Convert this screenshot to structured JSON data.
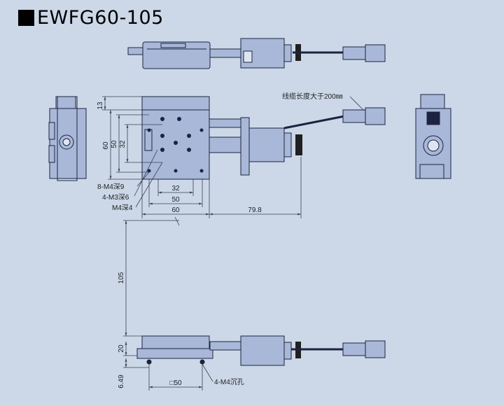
{
  "title": "EWFG60-105",
  "colors": {
    "background": "#ccd8e8",
    "part_fill": "#a9b8d8",
    "part_stroke": "#1c2340",
    "dimension_line": "#3a4050",
    "knob": "#202020"
  },
  "dimensions": {
    "d13": "13",
    "d60_v": "60",
    "d50_v": "50",
    "d32_v": "32",
    "d32_h": "32",
    "d50_h": "50",
    "d60_h": "60",
    "d79_8": "79.8",
    "d105": "105",
    "d20": "20",
    "d6_49": "6.49",
    "sq50": "□50"
  },
  "labels": {
    "holes_8m4": "8-M4深9",
    "holes_4m3": "4-M3深6",
    "hole_m4": "M4深4",
    "cable": "线缆长度大于200㎜",
    "counterbore": "4-M4沉孔"
  }
}
